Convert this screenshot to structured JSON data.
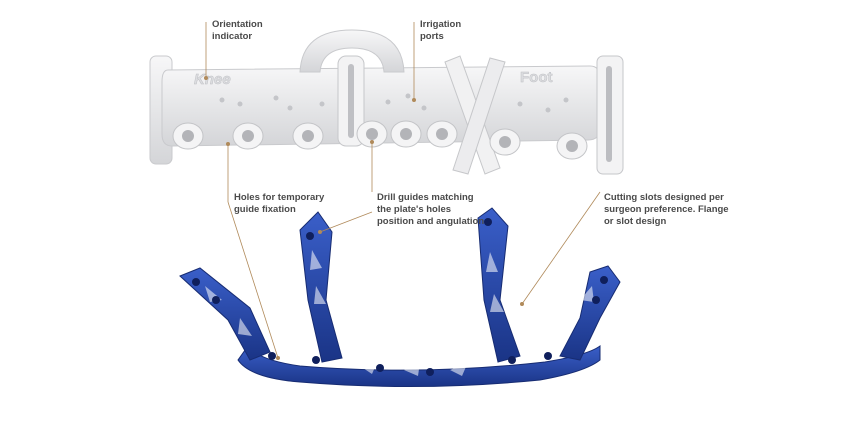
{
  "labels": {
    "orientation": "Orientation\nindicator",
    "irrigation": "Irrigation\nports",
    "holes": "Holes for temporary\nguide fixation",
    "drill": "Drill guides matching\nthe plate's holes\nposition and angulation",
    "cutting": "Cutting slots designed per\nsurgeon preference. Flange\nor slot design"
  },
  "guide_engravings": {
    "knee": "Knee",
    "foot": "Foot"
  },
  "colors": {
    "leader_line": "#b08a5a",
    "guide_white": "#eeeeef",
    "plate_blue": "#2546a8"
  }
}
